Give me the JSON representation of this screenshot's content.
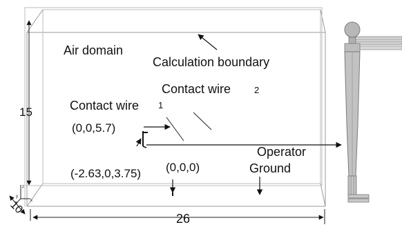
{
  "labels": {
    "air_domain": "Air domain",
    "calculation_boundary": "Calculation boundary",
    "contact_wire_2": "Contact wire",
    "contact_wire_2_num": "2",
    "contact_wire_1": "Contact wire",
    "contact_wire_1_num": "1",
    "coord_a": "(0,0,5.7)",
    "coord_b": "(-2.63,0,3.75)",
    "coord_origin": "(0,0,0)",
    "operator": "Operator",
    "ground": "Ground",
    "height": "15",
    "depth": "10",
    "width": "26",
    "axis_x": "x",
    "axis_y": "y",
    "axis_z": "z"
  },
  "colors": {
    "boundary_line": "#9a9a9a",
    "operator_body": "#b8b8b8",
    "operator_dark": "#8e8e8e",
    "text": "#111111"
  }
}
